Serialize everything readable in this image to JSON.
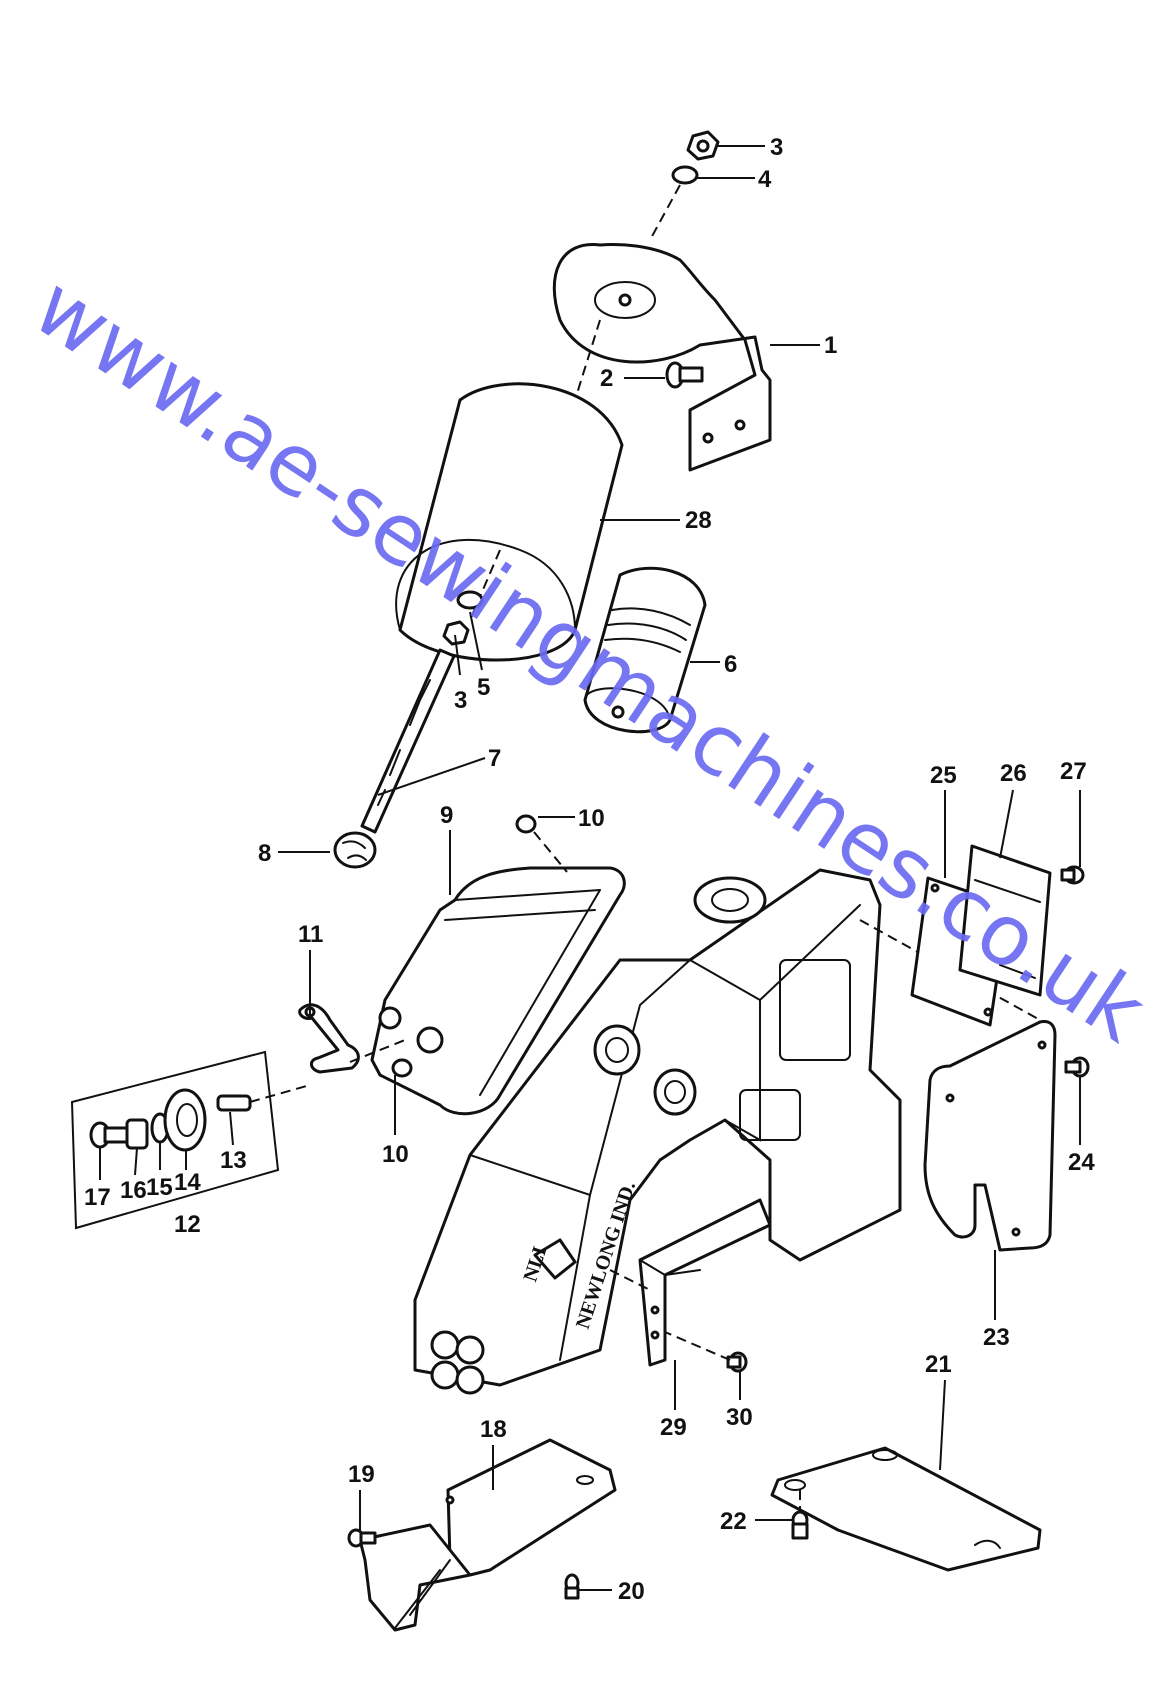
{
  "diagram": {
    "callouts": [
      "1",
      "2",
      "3",
      "4",
      "5",
      "6",
      "7",
      "8",
      "9",
      "10",
      "11",
      "12",
      "13",
      "14",
      "15",
      "16",
      "17",
      "18",
      "19",
      "20",
      "21",
      "22",
      "23",
      "24",
      "25",
      "26",
      "27",
      "28",
      "29",
      "30"
    ]
  },
  "nameplate": {
    "text": "NEWLONG IND.",
    "logo": "NLI"
  },
  "watermark": {
    "text": "www.ae-sewingmachines.co.uk",
    "color": "#6b6bf2"
  }
}
